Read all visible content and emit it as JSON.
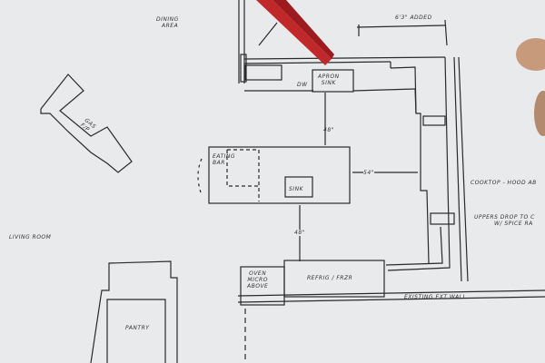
{
  "plan": {
    "dining_area": [
      "DINING",
      "AREA"
    ],
    "added_dimension": "6'3\" ADDED",
    "dishwasher": "DW",
    "apron_sink": [
      "APRON",
      "SINK"
    ],
    "dim_48_top": "48\"",
    "eating_bar": [
      "EATING",
      "BAR"
    ],
    "island_sink": "SINK",
    "dim_54": "54\"",
    "dim_48_bottom": "48\"",
    "gas_fireplace": [
      "GAS",
      "F/P"
    ],
    "living_room": "LIVING ROOM",
    "cooktop_note": "COOKTOP - HOOD AB",
    "uppers_note": [
      "UPPERS DROP TO C",
      "W/ SPICE RA"
    ],
    "oven_micro": [
      "OVEN",
      "MICRO",
      "ABOVE"
    ],
    "refrig": "REFRIG / FRZR",
    "existing_wall": "EXISTING EXT WALL",
    "pantry": "PANTRY"
  },
  "colors": {
    "paper": "#e9eaec",
    "ink": "#2a2a2a",
    "pen": "#c0282a"
  }
}
